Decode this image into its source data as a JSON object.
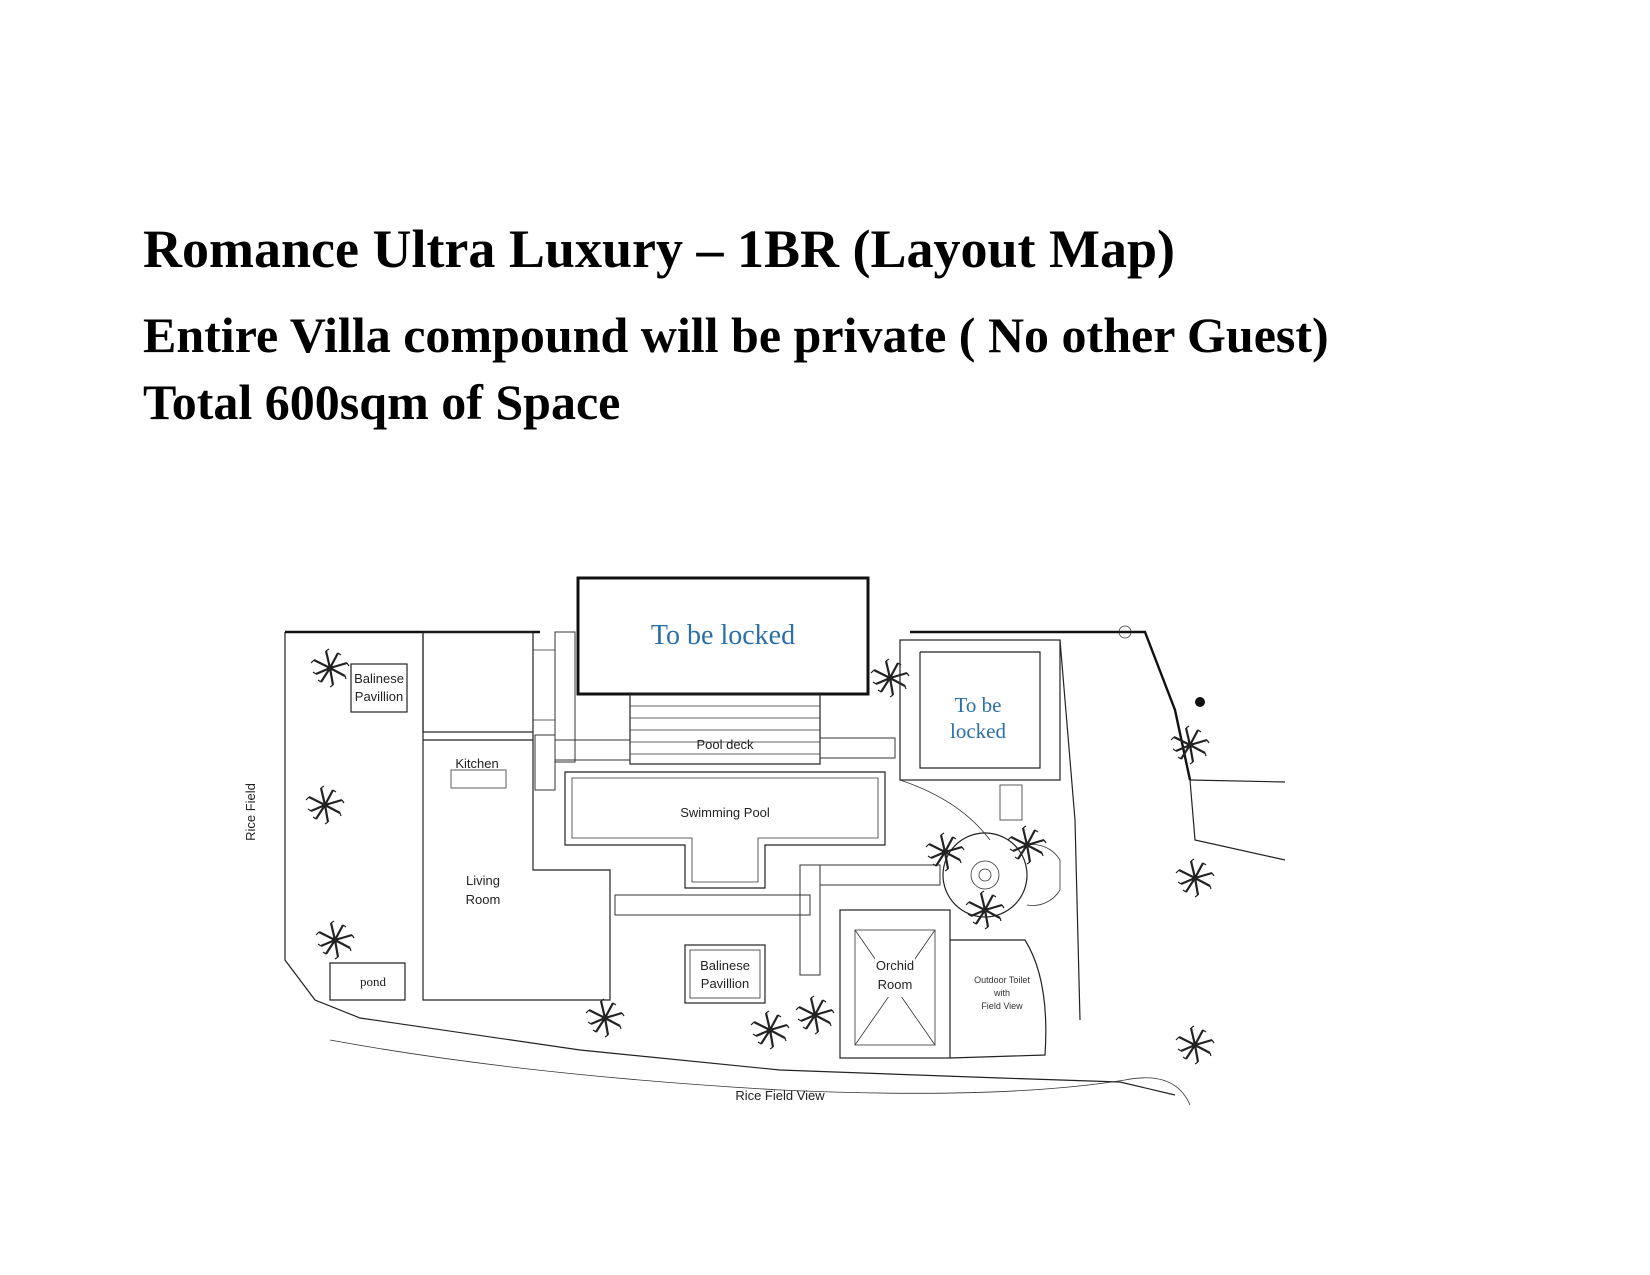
{
  "header": {
    "title": "Romance Ultra Luxury – 1BR (Layout Map)",
    "subtitle": "Entire Villa compound will be private ( No other Guest)",
    "area": "Total 600sqm of Space"
  },
  "plan": {
    "locked_top": "To be locked",
    "locked_right_line1": "To be",
    "locked_right_line2": "locked",
    "balinese_top_line1": "Balinese",
    "balinese_top_line2": "Pavillion",
    "kitchen": "Kitchen",
    "pool_deck": "Pool deck",
    "swimming_pool": "Swimming Pool",
    "living_line1": "Living",
    "living_line2": "Room",
    "balinese_mid_line1": "Balinese",
    "balinese_mid_line2": "Pavillion",
    "orchid_line1": "Orchid",
    "orchid_line2": "Room",
    "toilet_line1": "Outdoor Toilet",
    "toilet_line2": "with",
    "toilet_line3": "Field View",
    "pond": "pond",
    "rice_field": "Rice Field",
    "rice_field_view": "Rice Field View"
  },
  "colors": {
    "lock_text": "#2a6fa8",
    "lines": "#222222"
  }
}
